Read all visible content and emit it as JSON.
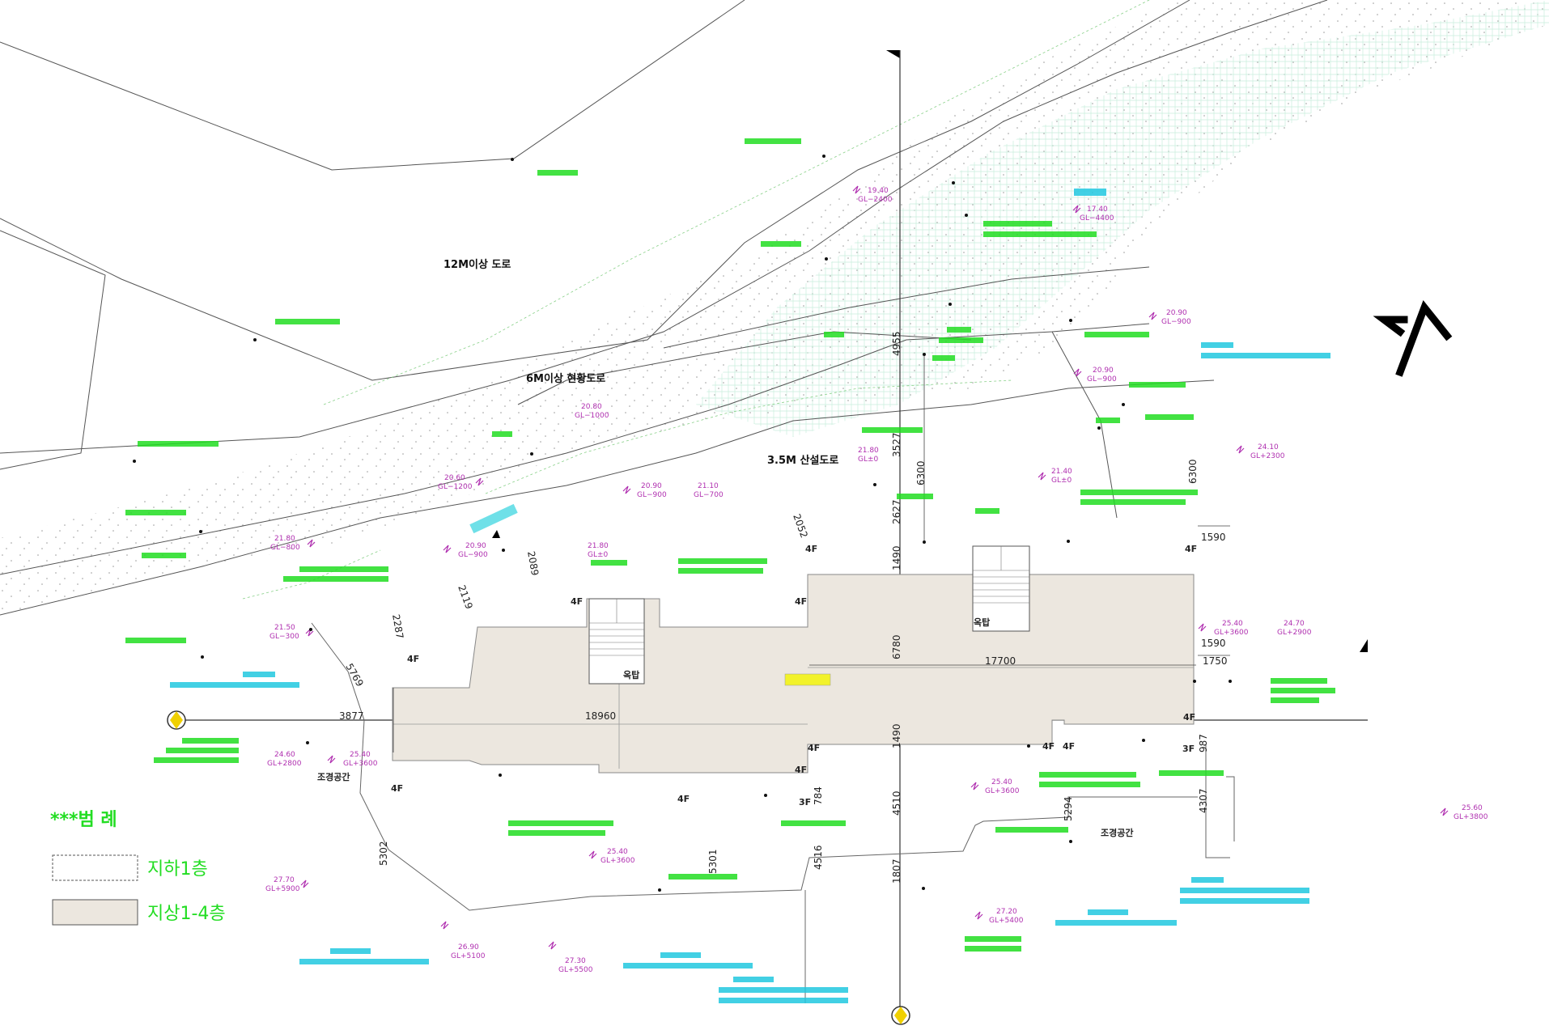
{
  "roads": {
    "road_12m": "12M이상 도로",
    "road_6m": "6M이상 현황도로",
    "road_35m": "3.5M 산설도로"
  },
  "spaces": {
    "landscape_1": "조경공간",
    "landscape_2": "조경공간",
    "rooftop_1": "옥탑",
    "rooftop_2": "옥탑"
  },
  "floors": [
    "4F",
    "4F",
    "4F",
    "4F",
    "4F",
    "4F",
    "4F",
    "4F",
    "4F",
    "4F",
    "4F",
    "3F",
    "3F",
    "4F"
  ],
  "dimensions": {
    "d4955": "4955",
    "d3527": "3527",
    "d6300a": "6300",
    "d2627": "2627",
    "d1490a": "1490",
    "d6780": "6780",
    "d1490b": "1490",
    "d4510": "4510",
    "d1807": "1807",
    "d2052": "2052",
    "d2089": "2089",
    "d2119": "2119",
    "d2287": "2287",
    "d5769": "5769",
    "d3877": "3877",
    "d18960": "18960",
    "d17700": "17700",
    "d1590a": "1590",
    "d1590b": "1590",
    "d1750": "1750",
    "d6300b": "6300",
    "d987": "987",
    "d4307": "4307",
    "d5294": "5294",
    "d784": "784",
    "d4516": "4516",
    "d5301": "5301",
    "d5302": "5302"
  },
  "levels": [
    {
      "a": "19.40",
      "b": "GL−2400"
    },
    {
      "a": "17.40",
      "b": "GL−4400"
    },
    {
      "a": "20.90",
      "b": "GL−900"
    },
    {
      "a": "20.90",
      "b": "GL−900"
    },
    {
      "a": "20.80",
      "b": "GL−1000"
    },
    {
      "a": "21.80",
      "b": "GL±0"
    },
    {
      "a": "21.40",
      "b": "GL±0"
    },
    {
      "a": "24.10",
      "b": "GL+2300"
    },
    {
      "a": "20.60",
      "b": "GL−1200"
    },
    {
      "a": "20.90",
      "b": "GL−900"
    },
    {
      "a": "21.10",
      "b": "GL−700"
    },
    {
      "a": "21.80",
      "b": "GL−800"
    },
    {
      "a": "20.90",
      "b": "GL−900"
    },
    {
      "a": "21.80",
      "b": "GL±0"
    },
    {
      "a": "21.50",
      "b": "GL−300"
    },
    {
      "a": "25.40",
      "b": "GL+3600"
    },
    {
      "a": "24.70",
      "b": "GL+2900"
    },
    {
      "a": "24.60",
      "b": "GL+2800"
    },
    {
      "a": "25.40",
      "b": "GL+3600"
    },
    {
      "a": "25.40",
      "b": "GL+3600"
    },
    {
      "a": "25.40",
      "b": "GL+3600"
    },
    {
      "a": "25.60",
      "b": "GL+3800"
    },
    {
      "a": "27.70",
      "b": "GL+5900"
    },
    {
      "a": "26.90",
      "b": "GL+5100"
    },
    {
      "a": "27.30",
      "b": "GL+5500"
    },
    {
      "a": "27.20",
      "b": "GL+5400"
    }
  ],
  "legend": {
    "title": "***범 례",
    "item_1": "지하1층",
    "item_2": "지상1-4층"
  },
  "colors": {
    "building_fill": "#ece7df",
    "note_green": "#22dd22",
    "note_cyan": "#22c8e0",
    "level_magenta": "#b030b0"
  },
  "icons": {
    "north_arrow": "north-arrow-icon",
    "survey_marker": "survey-point-icon"
  }
}
